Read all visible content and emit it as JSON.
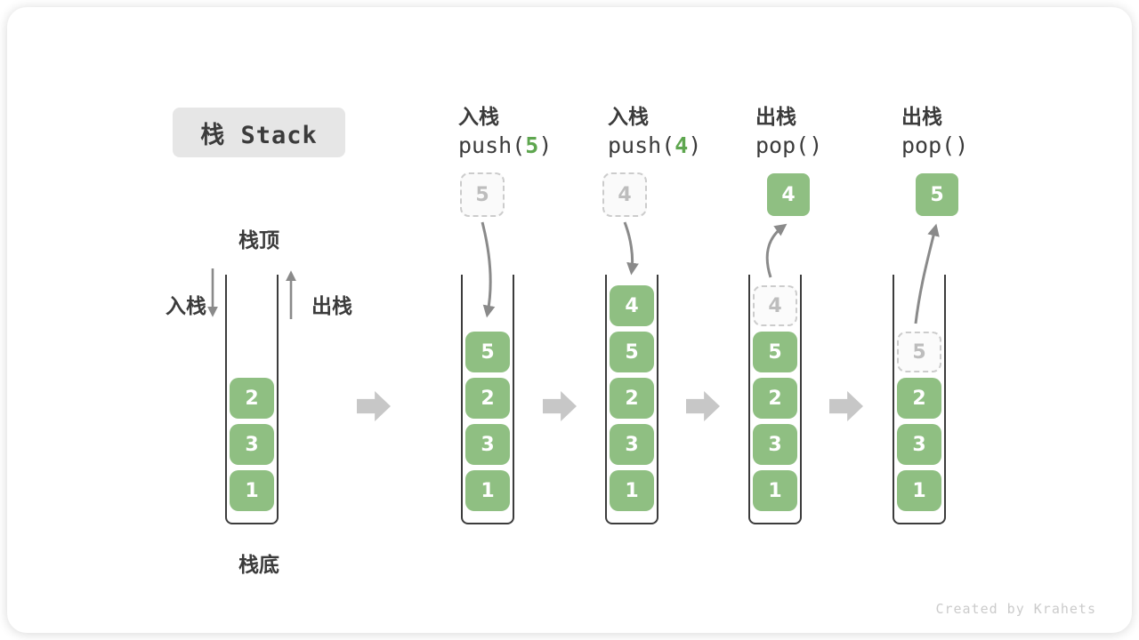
{
  "title": "栈 Stack",
  "labels": {
    "stack_top": "栈顶",
    "stack_bottom": "栈底",
    "push_side": "入栈",
    "pop_side": "出栈"
  },
  "operations": [
    {
      "name": "入栈",
      "code_pre": "push(",
      "code_arg": "5",
      "code_post": ")"
    },
    {
      "name": "入栈",
      "code_pre": "push(",
      "code_arg": "4",
      "code_post": ")"
    },
    {
      "name": "出栈",
      "code_pre": "pop(",
      "code_arg": "",
      "code_post": ")"
    },
    {
      "name": "出栈",
      "code_pre": "pop(",
      "code_arg": "",
      "code_post": ")"
    }
  ],
  "columns": [
    {
      "cells": [
        {
          "value": "2",
          "variant": "solid"
        },
        {
          "value": "3",
          "variant": "solid"
        },
        {
          "value": "1",
          "variant": "solid"
        }
      ]
    },
    {
      "float": {
        "value": "5",
        "variant": "dashed"
      },
      "cells": [
        {
          "value": "5",
          "variant": "solid"
        },
        {
          "value": "2",
          "variant": "solid"
        },
        {
          "value": "3",
          "variant": "solid"
        },
        {
          "value": "1",
          "variant": "solid"
        }
      ]
    },
    {
      "float": {
        "value": "4",
        "variant": "dashed"
      },
      "cells": [
        {
          "value": "4",
          "variant": "solid"
        },
        {
          "value": "5",
          "variant": "solid"
        },
        {
          "value": "2",
          "variant": "solid"
        },
        {
          "value": "3",
          "variant": "solid"
        },
        {
          "value": "1",
          "variant": "solid"
        }
      ]
    },
    {
      "float": {
        "value": "4",
        "variant": "solid"
      },
      "cells": [
        {
          "value": "4",
          "variant": "dashed"
        },
        {
          "value": "5",
          "variant": "solid"
        },
        {
          "value": "2",
          "variant": "solid"
        },
        {
          "value": "3",
          "variant": "solid"
        },
        {
          "value": "1",
          "variant": "solid"
        }
      ]
    },
    {
      "float": {
        "value": "5",
        "variant": "solid"
      },
      "cells": [
        {
          "value": "5",
          "variant": "dashed"
        },
        {
          "value": "2",
          "variant": "solid"
        },
        {
          "value": "3",
          "variant": "solid"
        },
        {
          "value": "1",
          "variant": "solid"
        }
      ]
    }
  ],
  "watermark": "Created by Krahets",
  "colors": {
    "box_green": "#8FBF82",
    "code_green": "#5EA64F",
    "text_dark": "#3B3B3B",
    "wall_color": "#3C3C3C",
    "arrow_gray": "#8A8A8A",
    "block_arrow_gray": "#C7C7C7",
    "dashed_border": "#CCCCCC",
    "dashed_text": "#BDBDBD",
    "title_bg": "#E6E6E6",
    "watermark_gray": "#CBCBCB"
  }
}
